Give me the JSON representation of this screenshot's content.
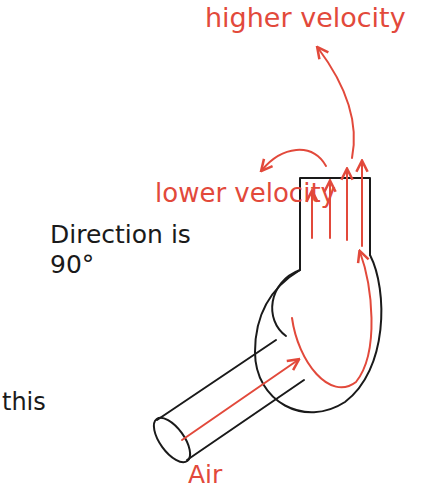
{
  "diagram": {
    "labels": [
      "higher velocity",
      "lower velocity",
      "Direction is 90°",
      "this",
      "Air"
    ]
  }
}
